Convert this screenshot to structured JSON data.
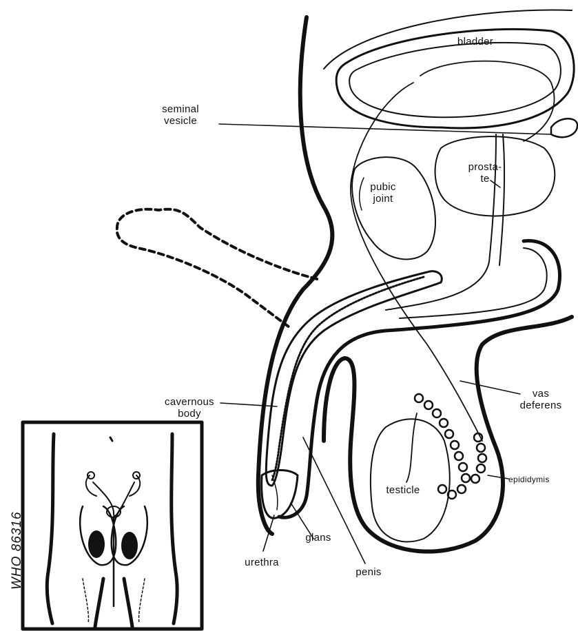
{
  "diagram": {
    "labels": {
      "bladder": "bladder",
      "seminal_vesicle": "seminal\nvesicle",
      "prostate": "prosta-\nte",
      "pubic_joint": "pubic\njoint",
      "cavernous_body": "cavernous\nbody",
      "vas_deferens": "vas\ndeferens",
      "epididymis": "epididymis",
      "testicle": "testicle",
      "glans": "glans",
      "urethra": "urethra",
      "penis": "penis"
    },
    "credit": "WHO 86316"
  },
  "colors": {
    "ink": "#111111",
    "background": "#ffffff"
  }
}
